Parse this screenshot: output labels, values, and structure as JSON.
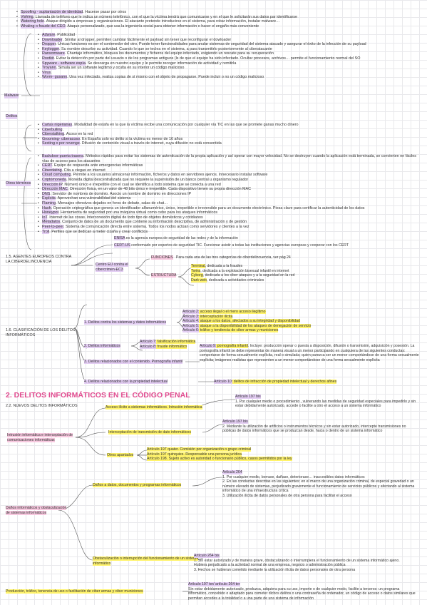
{
  "top_bullets": [
    {
      "term": "Spoofing - suplantación de identidad",
      "text": ". Hacerse pasar por otros"
    },
    {
      "term": "Vishing",
      "text": ". Llamada de teléfono que le indica un número telefónico, con el que la víctima tendrá que comunicarse y en el que le solicitarán sus datos par identificarse"
    },
    {
      "term": "Watering hole",
      "text": ". Ataque dirigido a empresas y organizaciones. El atacante pretende introducirse en el sistema, para robar información, instalar malware…"
    },
    {
      "term": "Whaling o fraude del CEO",
      "text": ". Ataque personalizado, que usa la ingeniería social para obtener información o hacer el engaño más conveniente"
    }
  ],
  "malware": {
    "label": "Malware",
    "items": [
      {
        "term": "Adware",
        "text": ". Publicidad"
      },
      {
        "term": "Downloader",
        "text": ". Similar al dropper, permiten cambiar fácilmente el payload sin tener que reconfigurar el dowloader"
      },
      {
        "term": "Dropper",
        "text": ". Únicas funciones es ser el contenedor del otro. Puede tener funcionalidades para anular sistemas de seguridad del sistema atacado y asegurar el éxito de la infección de su payload"
      },
      {
        "term": "Keylogger",
        "text": ". Su nombre describe su actividad. Cuando lo que se teclea en el sistema, a para transmitirlo posteriormente al ciberatacante"
      },
      {
        "term": "Ransomware",
        "text": ". Chantaje informático, bloquea los documentos y ficheros del equipo infectado, exigiendo un rescate para su recuperación"
      },
      {
        "term": "Rootkit",
        "text": ". Evitar la detección por parte del usuario o de los programas antiguos (ls de que el equipo ha sido infectado. Ocultar procesos, archivos… permite el funcionamiento normal del SO"
      },
      {
        "term": "Spyware - software espía",
        "text": ". Se descarga en nuestro equipo y le permite recoger información de actividad y remitirla"
      },
      {
        "term": "Troyano",
        "text": ". Simula ser un software legítimo y oculta en su interior un código malicioso"
      },
      {
        "term": "Virus",
        "text": "."
      },
      {
        "term": "Worm- gusano",
        "text": ". Una vez infectado, realiza copias de sí mismo con el objeto de propagarse. Puede incluir o no un código malicioso"
      }
    ]
  },
  "delitos": {
    "label": "Delitos",
    "items": [
      {
        "term": "Cartas nigerianas",
        "text": ". Modalidad de estafa en la que la víctima recibe una comunicación por cualquier vía TIC en las que se promete ganas mucho dinero"
      },
      {
        "term": "Ciberbulling",
        "text": "."
      },
      {
        "term": "Ciberstalking",
        "text": ". Acoso en la red"
      },
      {
        "term": "Grooming- ciberacoso",
        "text": ". En España solo es delito si la víctima es menor de 16 años"
      },
      {
        "term": "Sexting o por revenge",
        "text": ". Difusión de contenido visual a través de internet, cuya difusión no está consentida"
      }
    ]
  },
  "otros": {
    "label": "Otros términos",
    "items": [
      {
        "term": "Backdoor-puerta trasera",
        "text": ". Métodos rápidos para evitar los sistemas de autenticación de la propia aplicación y así operar con mayor velocidad. No se destruyen cuando la aplicación está terminada, se convierten en fáciles vías de acceso para los atacantes"
      },
      {
        "term": "CERT",
        "text": ". Equipo de respuesta ante emergencias informáticas"
      },
      {
        "term": "Ciberdating",
        "text": ". Cita a ciegas en internet"
      },
      {
        "term": "Cloud computing",
        "text": ". Permite a los usuarios almacenar información, ficheros y datos en servidores ajenos. Innecesario instalar software"
      },
      {
        "term": "Criptomoneda",
        "text": ". Moneda digital descentralizada que no requiere la supervisión de un banco central u organismo regulador"
      },
      {
        "term": "Dirección IP",
        "text": ". Número único e irrepetible con el cual se identifica a todo sistema que se conecta a una red"
      },
      {
        "term": "Dirección MAC",
        "text": ". Dirección física, en un valor de 48 bits único e irrepetible. Cada dispositivo tienen su propia dirección MAC"
      },
      {
        "term": "DNS",
        "text": ". Servidor de nombres de dominio. Asocio un nombre de dominio en direcciones IP"
      },
      {
        "term": "Exploits",
        "text": ". Aprovechan una vulnerabilidad del sistema"
      },
      {
        "term": "Flaming",
        "text": ". Mensajes ofensivos dejados en foros de debate, salas de chat…"
      },
      {
        "term": "Hash",
        "text": ". Operación criptográfica que genera un identificador alfanumérico, único, irrepetible e irreversible para un documento electrónico. Pieza clave para certificar la autenticidad de los datos"
      },
      {
        "term": "Honeypot",
        "text": ". Herramienta de seguridad por una máquina virtual como cebo para los ataques informáticos"
      },
      {
        "term": "IoT",
        "text": ". Internet de las cosas. Interconexión digital de todo tipo de objetos domésticos y cotidianos"
      },
      {
        "term": "Metadatos",
        "text": ". Conjunto de datos de un documento que contiene su información descriptiva, de administración y de gestión"
      },
      {
        "term": "Peer-to-peer",
        "text": ". Sistema de comunicación directa entre sistema. Todos los nodos actúan como servidores y clientes a la vez"
      },
      {
        "term": "Troll",
        "text": ". Perfiles que se dedican a meter cizaña y crear conflictos"
      }
    ]
  },
  "s15": {
    "label": "1.5. AGENTES EUROPEOS CONTRA LA CIBERDELINCUENCIA",
    "enisa": {
      "term": "ENISA",
      "text": " es la agencia europea de seguridad de las redes y de la información"
    },
    "cert_us": {
      "term": "CERT-US",
      "text": " conformado por expertos de seguridad TIC. Funcionar asistir a todas las instituciones y agencias europeas y cooperar con los CERT"
    },
    "ec3": "Centro EU contra el cibercrimen-EC3",
    "funciones": {
      "label": "FUNCIONES",
      "text": "Para cada una de las tres categorías de ciberdelincuencia, ver pág 24"
    },
    "estructura": {
      "label": "ESTRUCTURA",
      "items": [
        {
          "term": "Terminal",
          "text": ", dedicada a la fraudes"
        },
        {
          "term": "Twins",
          "text": ", dedicada a la explotación bisexual infantil en internet"
        },
        {
          "term": "Cyborg",
          "text": ", dedicada a los ciber ataques y a la seguridad en la red"
        },
        {
          "term": "Dark web",
          "text": ", dedicada a actividades criminales"
        }
      ]
    }
  },
  "s16": {
    "label": "1.6. CLASIFICACIÓN DE LOS DELITOS INFORMÁTICOS",
    "g1": {
      "label": "1. Delitos contra los sistemas y datos informáticos",
      "items": [
        {
          "art": "Artículo 2:",
          "text": " acceso ilegal o el mero acceso ilegítimo"
        },
        {
          "art": "Artículo 3:",
          "text": " interceptación ilícita"
        },
        {
          "art": "Artículo 4:",
          "text": " ataque a los datos, afectados a su integridad y disponibilidad"
        },
        {
          "art": "Artículo 5:",
          "text": " ataque a la disponibilidad de los ataques de denegación de servicio"
        },
        {
          "art": "Artículo 6:",
          "text": " tráfico y tendencia de ciber armas y municiones"
        }
      ]
    },
    "g2": {
      "label": "2. Delitos informáticos",
      "items": [
        {
          "art": "Artículo 7:",
          "text": " falsificación informática"
        },
        {
          "art": "Artículo 8:",
          "text": " fraude informático"
        }
      ]
    },
    "g3": {
      "label": "3. Delitos relacionados con el contenido. Pornografía infantil",
      "art": "Artículo 9:",
      "art_hl": " pornografía infantil",
      "text": ". Incluye: producción operar o puesta a disposición, difusión o transmisión, adquisición y posesión. La pornografía infantil se debe representar de manera visual a un menor participando en cualquiera de las siguientes conductas: comportarse de forma sexualmente explícita, real o simulada; quien parezca ser un menor comportándose de una forma sexualmente explícita; imágenes realistas que representen a un menor comportándose de una forma sexualmente explícita"
    },
    "g4": {
      "label": "4. Delitos relacionados con la propiedad intelectual",
      "art": "Artículo 10:",
      "text": " delitos de infracción de propiedad intelectual y derechos afines"
    }
  },
  "h2": "2. DELITOS INFORMÁTICOS EN EL CÓDIGO PENAL",
  "s22": {
    "label": "2.2. NUEVOS DELITOS INFORMÁTICOS",
    "intrusion": "Intrusión informática e interceptación de comunicaciones informáticas",
    "acceso": "Acceso ilícito a sistemas informáticos. Intrusión informática",
    "a197bis_1": {
      "art": "Artículo 197 bis",
      "text": "1. Por cualquier medio o procedimiento , vulnerando las medidas de seguridad especiales para impedirlo y sin estar debidamente autorizado, accede o facilite a otro el acceso a un sistema informático"
    },
    "intercep": "Interceptación de transmisión de dato informáticos",
    "a197bis_2": {
      "art": "Artículo 197 bis",
      "text": "2. Mediante la utilización de artificios o instrumentos técnicos y sin estar autorizado, intercepte transmisiones no públicas de datos informáticos que se produzcan desde, hacia o dentro de un sistema informático"
    },
    "otros_ap": "Otros apartados",
    "a197q": "Artículo 197 quater. Comisión por organización o grupo criminal",
    "a197qq": "Artículo 197 quinquies. Responsable una persona jurídica",
    "a198": "Artículo 198. Sujeto activo es autoridad o funcionario público, casos permitidos por la ley",
    "danos_main": "Daños informáticos y obstaculización de sistemas informáticos",
    "danos": "Daños a datos, documentos y programas informáticos",
    "a264": {
      "art": "Artículo 264",
      "p1": "1. Por cualquier medio, borrase, dañase, deteriorase… inaccesibles datos informáticos",
      "p2": "2. En las conductas descritas en las siguientes: en el marco de una organización criminal, de especial gravedad o un número elevado de sistemas, perjudicado gravemente el funcionamiento de servicios públicos y afectando al sistema informático de una infraestructura crítica",
      "p3": "3. Utilización ilícita de datos personales de otra persona para facilitar el acceso"
    },
    "obstac": "Obstaculización o interrupción del funcionamiento de un sistema informático",
    "a264bis": {
      "art": "Artículo 264 bis",
      "p1": "1. Sin estar autorizado y de manera grave, obstaculizando o interrumpiera el funcionamiento de un sistema informático ajeno.",
      "p2": "Hubiera perjudicado a la actividad normal de una empresa, negocio o administración pública",
      "p3": "3. Hechos se hubieran cometido mediante la utilización ilícita de datos personales de otra persona"
    },
    "produccion": "Producción, tráfico, tenencia de uso o facilitación de ciber armas y ciber municiones",
    "a264ter": {
      "art": "Artículo 197 ter/ artículo 264 ter",
      "text": "Sin estar debidamente autorizado, produzca, adquiera para su uso, importe o de cualquier modo, facilite a terceros: un programa informático, concebido o adaptado para cometer dichos delitos o una contraseña de ordenador, un código de acceso o datos similares que permitan accedes a la totalidad o a una parte de una sistema de información"
    }
  }
}
